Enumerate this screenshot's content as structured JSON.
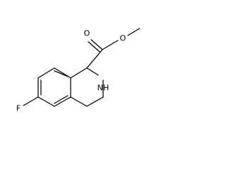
{
  "molecule": {
    "atoms": {
      "carbonyl_oxygen": "O",
      "ester_oxygen": "O",
      "amine": "NH",
      "fluorine": "F"
    }
  },
  "colors": {
    "background": "#ffffff",
    "bond": "#000000",
    "label": "#000000"
  }
}
